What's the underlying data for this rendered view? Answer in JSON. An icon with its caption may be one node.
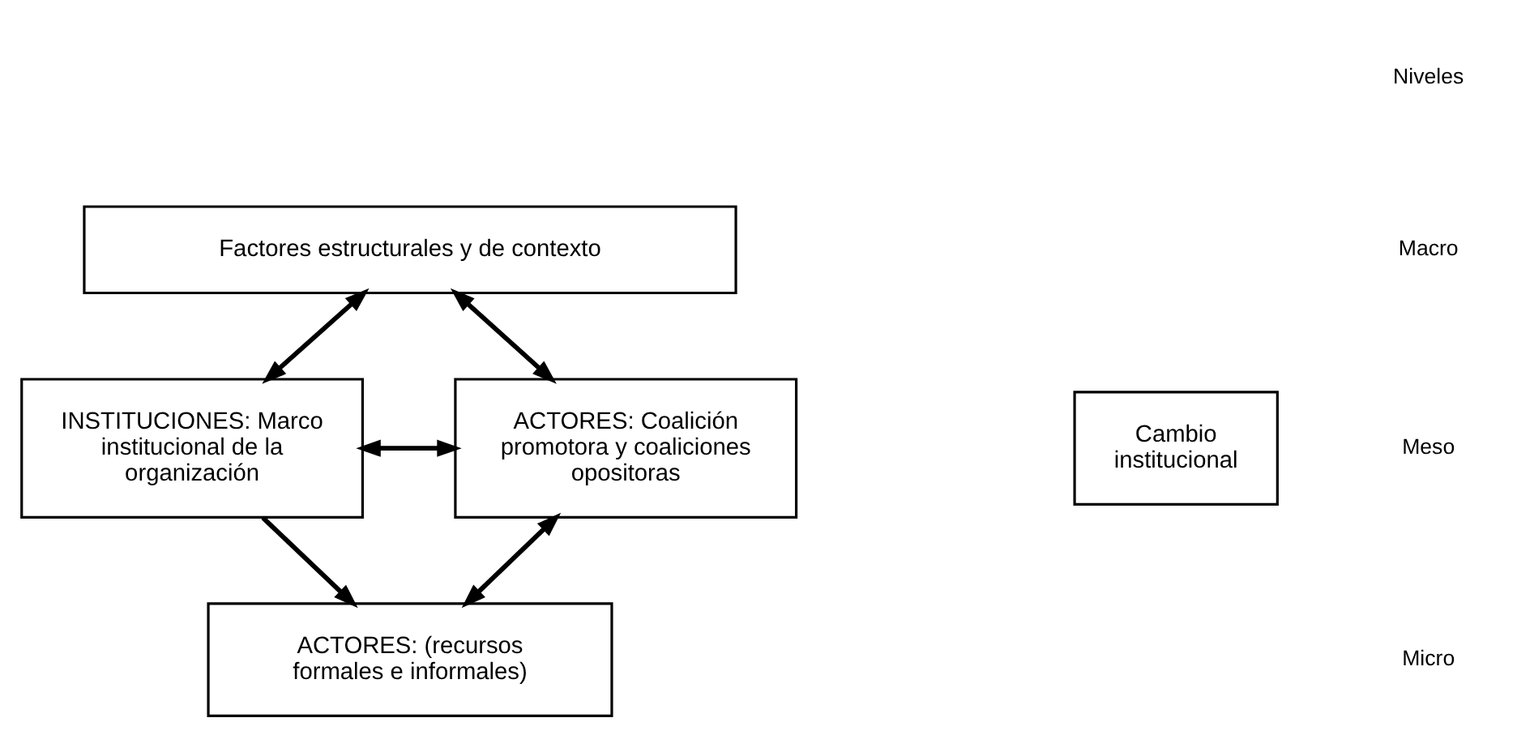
{
  "diagram": {
    "nodes": [
      {
        "text": [
          "Factores estructurales y de contexto"
        ]
      },
      {
        "text": [
          "INSTITUCIONES: Marco institucional de la organización"
        ]
      },
      {
        "text": [
          "ACTORES: Coalición promotora y coaliciones opositoras"
        ]
      },
      {
        "text": [
          "ACTORES: (recursos formales e informales)"
        ]
      },
      {
        "text": [
          "Cambio institucional"
        ]
      }
    ],
    "edges": [
      {
        "from": 0,
        "to": 1,
        "arrow": "both"
      },
      {
        "from": 0,
        "to": 2,
        "arrow": "both"
      },
      {
        "from": 1,
        "to": 2,
        "arrow": "both"
      },
      {
        "from": 1,
        "to": 3,
        "arrow": "to"
      },
      {
        "from": 2,
        "to": 3,
        "arrow": "both"
      }
    ],
    "labels": [
      "Niveles",
      "Macro",
      "Meso",
      "Micro"
    ]
  }
}
